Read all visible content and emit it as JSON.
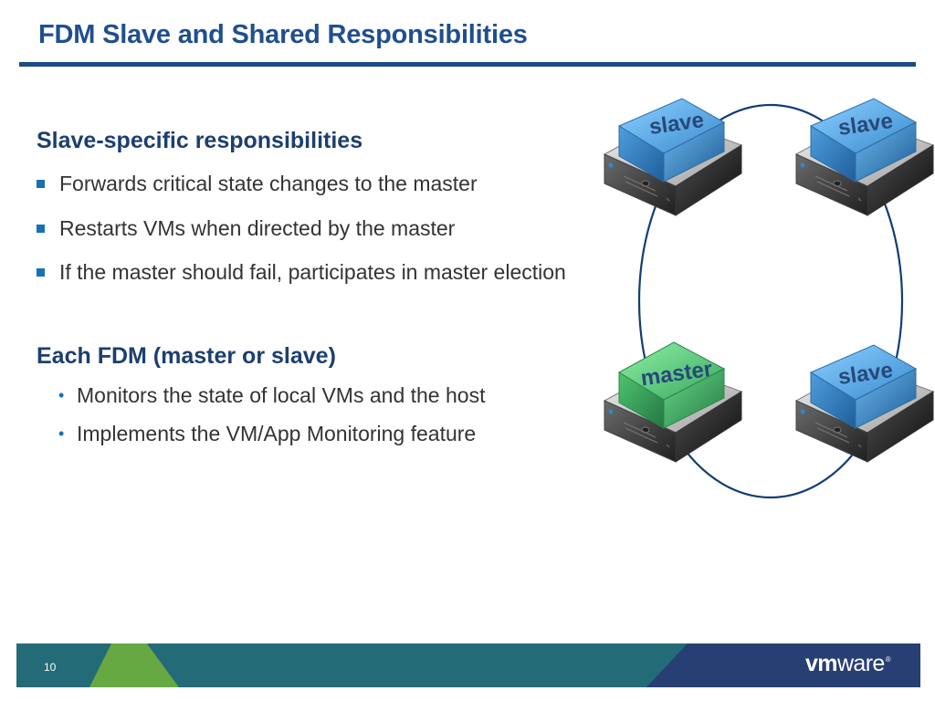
{
  "slide": {
    "title": "FDM Slave and Shared Responsibilities",
    "page_number": "10"
  },
  "content": {
    "section_1": {
      "heading": "Slave-specific responsibilities",
      "bullets": [
        "Forwards critical state changes to the master",
        "Restarts VMs when directed by the master",
        "If the master should fail, participates in master election"
      ]
    },
    "section_2": {
      "heading": "Each FDM (master or slave)",
      "bullets": [
        "Monitors the state of local VMs and the host",
        "Implements the VM/App Monitoring feature"
      ]
    }
  },
  "diagram": {
    "nodes": [
      {
        "label": "slave",
        "role": "slave",
        "color": "#4f9fd9"
      },
      {
        "label": "slave",
        "role": "slave",
        "color": "#4f9fd9"
      },
      {
        "label": "master",
        "role": "master",
        "color": "#45b56a"
      },
      {
        "label": "slave",
        "role": "slave",
        "color": "#4f9fd9"
      }
    ],
    "ring_color": "#123d73"
  },
  "footer": {
    "logo_primary": "vm",
    "logo_secondary": "ware",
    "logo_mark": "®",
    "colors": {
      "navy": "#273f73",
      "teal": "#246b78",
      "green": "#66a943"
    }
  }
}
